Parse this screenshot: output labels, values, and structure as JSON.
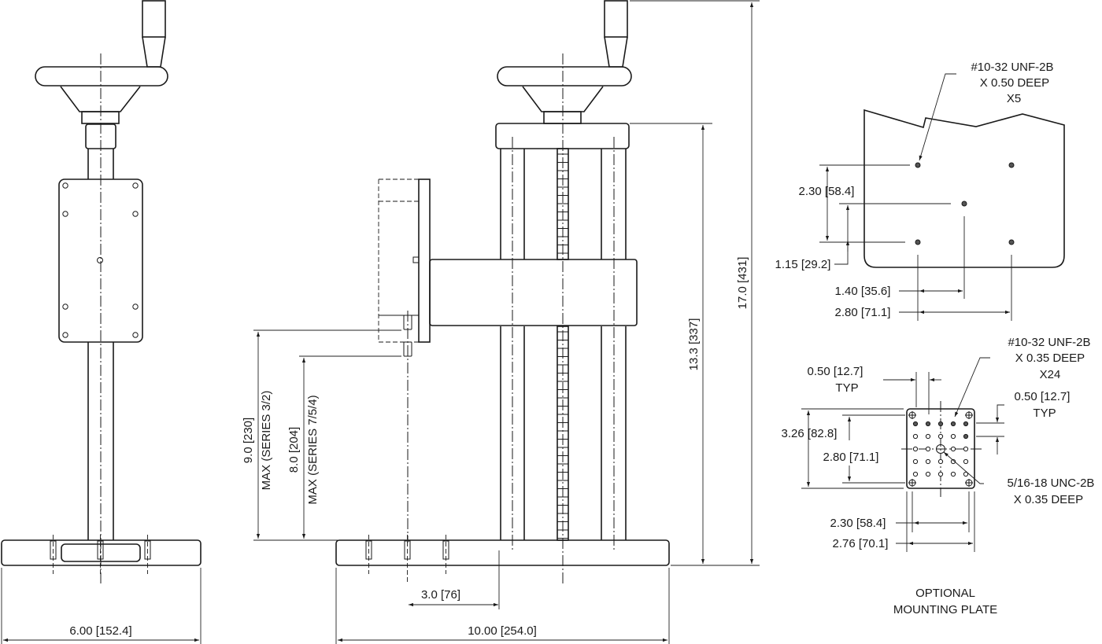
{
  "drawing": {
    "type": "engineering dimension drawing",
    "views": [
      "side-view",
      "front-view",
      "optional-mounting-plate-view"
    ],
    "line_color": "#1a1a1a",
    "background": "#ffffff"
  },
  "side_view": {
    "base_width": "6.00 [152.4]"
  },
  "front_view": {
    "base_width": "10.00 [254.0]",
    "offset": "3.0 [76]",
    "column_height": "13.3 [337]",
    "overall_height": "17.0 [431]",
    "max_series_3_2_value": "9.0 [230]",
    "max_series_3_2_note": "MAX (SERIES 3/2)",
    "max_series_7_5_4_value": "8.0 [204]",
    "max_series_7_5_4_note": "MAX (SERIES 7/5/4)"
  },
  "adapter_plate": {
    "callout_line1": "#10-32 UNF-2B",
    "callout_line2": "X 0.50 DEEP",
    "callout_line3": "X5",
    "vert_outer": "2.30 [58.4]",
    "vert_inner": "1.15 [29.2]",
    "horiz_inner": "1.40 [35.6]",
    "horiz_outer": "2.80 [71.1]"
  },
  "mounting_plate": {
    "callout_line1": "#10-32 UNF-2B",
    "callout_line2": "X 0.35 DEEP",
    "callout_line3": "X24",
    "pitch_top_value": "0.50 [12.7]",
    "pitch_top_note": "TYP",
    "pitch_right_value": "0.50 [12.7]",
    "pitch_right_note": "TYP",
    "height_outer": "3.26 [82.8]",
    "height_inner": "2.80 [71.1]",
    "width_inner": "2.30 [58.4]",
    "width_outer": "2.76 [70.1]",
    "center_callout_line1": "5/16-18 UNC-2B",
    "center_callout_line2": "X 0.35 DEEP",
    "title_line1": "OPTIONAL",
    "title_line2": "MOUNTING PLATE",
    "grid_rows": 5,
    "grid_cols": 5
  }
}
